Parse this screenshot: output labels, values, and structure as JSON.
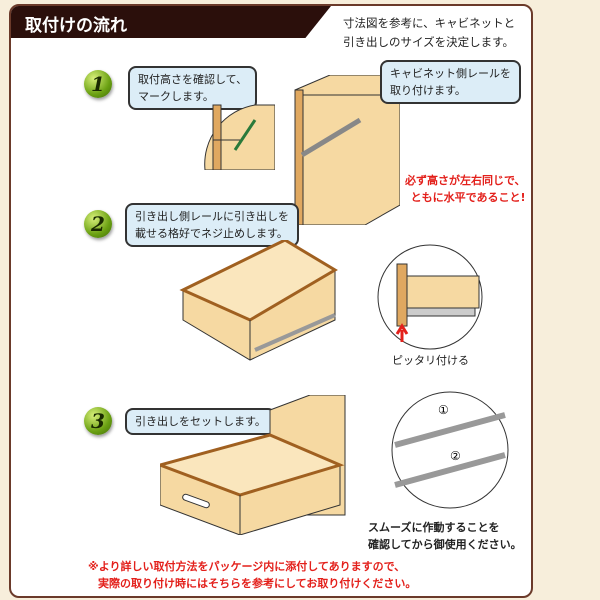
{
  "header": {
    "title": "取付けの流れ"
  },
  "intro": {
    "line1": "寸法図を参考に、キャビネットと",
    "line2": "引き出しのサイズを決定します。"
  },
  "steps": [
    {
      "number": "1",
      "bubble_line1": "取付高さを確認して、",
      "bubble_line2": "マークします。",
      "bubble2_line1": "キャビネット側レールを",
      "bubble2_line2": "取り付けます。",
      "warning_line1": "必ず高さが左右同じで、",
      "warning_line2": "ともに水平であること!"
    },
    {
      "number": "2",
      "bubble_line1": "引き出し側レールに引き出しを",
      "bubble_line2": "載せる格好でネジ止めします。",
      "callout": "ピッタリ付ける"
    },
    {
      "number": "3",
      "bubble_line1": "引き出しをセットします。",
      "note_line1": "スムーズに作動することを",
      "note_line2": "確認してから御使用ください。",
      "marker1": "①",
      "marker2": "②"
    }
  ],
  "footer": {
    "line1": "※より詳しい取付方法をパッケージ内に添付してありますので、",
    "line2": "実際の取り付け時にはそちらを参考にしてお取り付けください。"
  },
  "colors": {
    "header_bg": "#2b0f0b",
    "wood": "#f6d9a2",
    "bubble": "#dcedf7",
    "warning": "#e3201b"
  }
}
